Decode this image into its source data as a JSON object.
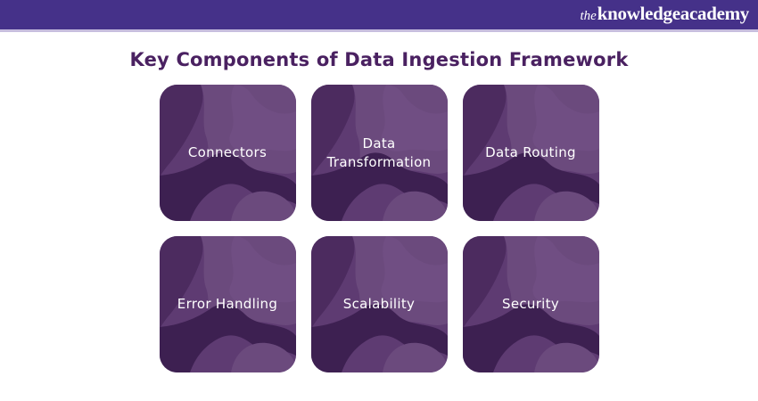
{
  "header": {
    "logo": {
      "prefix": "the",
      "name": "knowledgeacademy"
    }
  },
  "title": "Key Components of Data Ingestion Framework",
  "cards": [
    {
      "label": "Connectors"
    },
    {
      "label": "Data Transformation"
    },
    {
      "label": "Data Routing"
    },
    {
      "label": "Error Handling"
    },
    {
      "label": "Scalability"
    },
    {
      "label": "Security"
    }
  ],
  "colors": {
    "header_bg": "#453189",
    "header_underline": "#C7BEDE",
    "title_color": "#4A2161",
    "card_base": "#5E3B72",
    "card_light": "#6B4A7D",
    "card_lighter": "#745288",
    "card_dark": "#4C2B5F",
    "card_darkest": "#3D2051",
    "card_text": "#FFFFFF"
  }
}
